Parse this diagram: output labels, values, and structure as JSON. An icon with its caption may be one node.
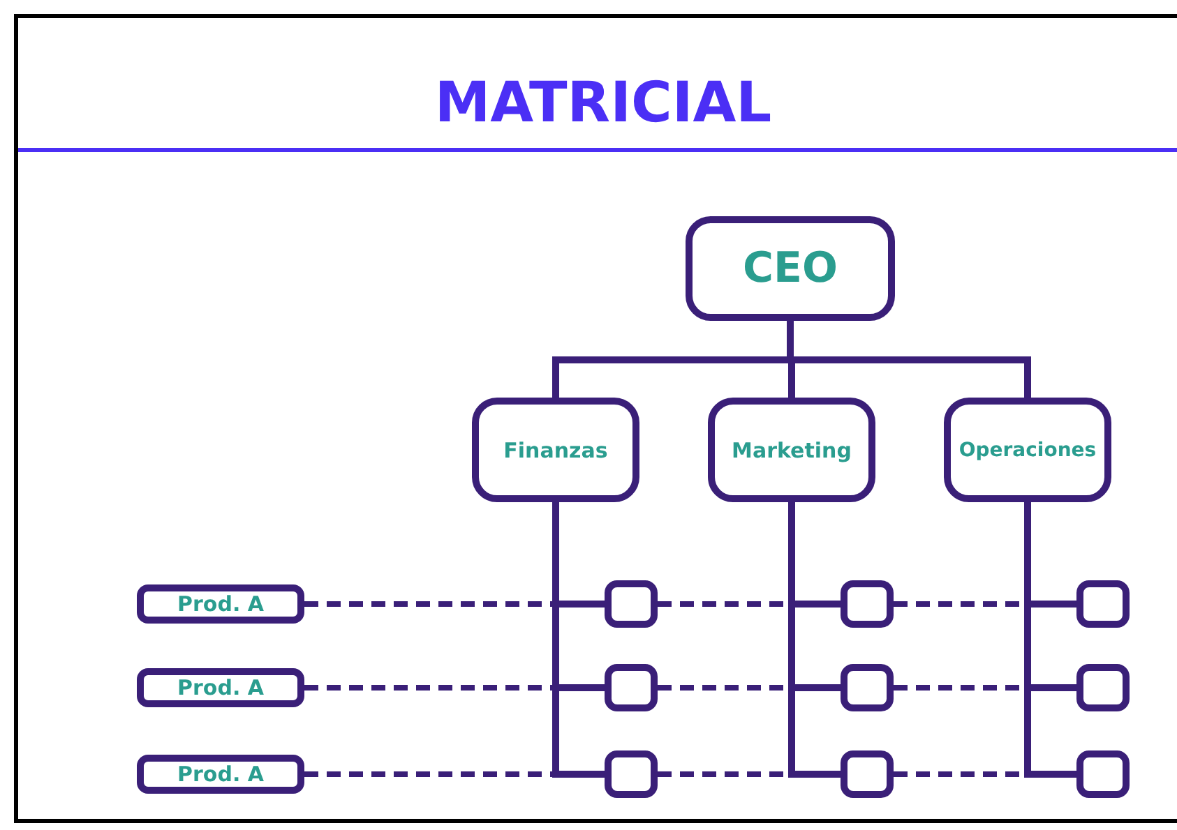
{
  "diagram": {
    "title": "MATRICIAL",
    "nodes": [
      {
        "text": [
          "CEO"
        ]
      },
      {
        "text": [
          "Finanzas"
        ]
      },
      {
        "text": [
          "Marketing"
        ]
      },
      {
        "text": [
          "Operaciones"
        ]
      },
      {
        "text": [
          "Prod. A"
        ]
      },
      {
        "text": [
          "Prod. A"
        ]
      },
      {
        "text": [
          "Prod. A"
        ]
      },
      {
        "text": [],
        "shape": "box"
      },
      {
        "text": [],
        "shape": "box"
      },
      {
        "text": [],
        "shape": "box"
      },
      {
        "text": [],
        "shape": "box"
      },
      {
        "text": [],
        "shape": "box"
      },
      {
        "text": [],
        "shape": "box"
      },
      {
        "text": [],
        "shape": "box"
      },
      {
        "text": [],
        "shape": "box"
      },
      {
        "text": [],
        "shape": "box"
      }
    ],
    "edges": [
      {
        "from": 0,
        "to": 1,
        "arrow": "none"
      },
      {
        "from": 0,
        "to": 2,
        "arrow": "none"
      },
      {
        "from": 0,
        "to": 3,
        "arrow": "none"
      },
      {
        "from": 1,
        "to": 7,
        "arrow": "none"
      },
      {
        "from": 1,
        "to": 10,
        "arrow": "none"
      },
      {
        "from": 1,
        "to": 13,
        "arrow": "none"
      },
      {
        "from": 2,
        "to": 8,
        "arrow": "none"
      },
      {
        "from": 2,
        "to": 11,
        "arrow": "none"
      },
      {
        "from": 2,
        "to": 14,
        "arrow": "none"
      },
      {
        "from": 3,
        "to": 9,
        "arrow": "none"
      },
      {
        "from": 3,
        "to": 12,
        "arrow": "none"
      },
      {
        "from": 3,
        "to": 15,
        "arrow": "none"
      },
      {
        "from": 4,
        "to": 7,
        "arrow": "none",
        "style": "dashed"
      },
      {
        "from": 7,
        "to": 8,
        "arrow": "none",
        "style": "dashed"
      },
      {
        "from": 8,
        "to": 9,
        "arrow": "none",
        "style": "dashed"
      },
      {
        "from": 5,
        "to": 10,
        "arrow": "none",
        "style": "dashed"
      },
      {
        "from": 10,
        "to": 11,
        "arrow": "none",
        "style": "dashed"
      },
      {
        "from": 11,
        "to": 12,
        "arrow": "none",
        "style": "dashed"
      },
      {
        "from": 6,
        "to": 13,
        "arrow": "none",
        "style": "dashed"
      },
      {
        "from": 13,
        "to": 14,
        "arrow": "none",
        "style": "dashed"
      },
      {
        "from": 14,
        "to": 15,
        "arrow": "none",
        "style": "dashed"
      }
    ]
  }
}
